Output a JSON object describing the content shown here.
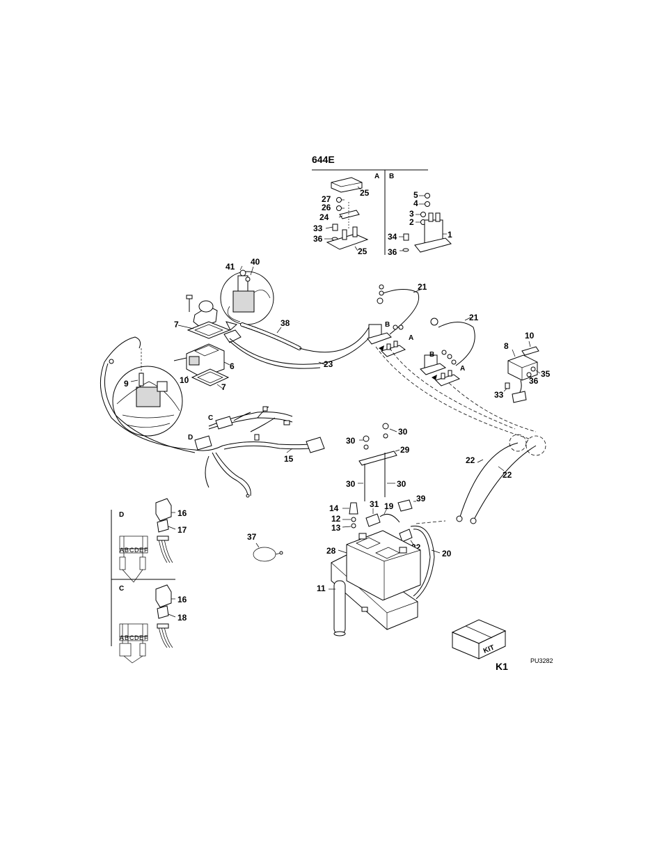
{
  "diagram": {
    "model_title": "644E",
    "drawing_id": "PU3282",
    "sections": {
      "a": "A",
      "b": "B",
      "c": "C",
      "d": "D"
    },
    "callouts": {
      "c1": "1",
      "c2": "2",
      "c3": "3",
      "c4": "4",
      "c5": "5",
      "c6": "6",
      "c7a": "7",
      "c7b": "7",
      "c8": "8",
      "c9": "9",
      "c10a": "10",
      "c10b": "10",
      "c11": "11",
      "c12": "12",
      "c13": "13",
      "c14": "14",
      "c15": "15",
      "c16a": "16",
      "c16b": "16",
      "c17": "17",
      "c18": "18",
      "c19": "19",
      "c20": "20",
      "c21a": "21",
      "c21b": "21",
      "c22a": "22",
      "c22b": "22",
      "c23": "23",
      "c24": "24",
      "c25a": "25",
      "c25b": "25",
      "c26": "26",
      "c27": "27",
      "c28": "28",
      "c29": "29",
      "c30a": "30",
      "c30b": "30",
      "c30c": "30",
      "c30d": "30",
      "c31": "31",
      "c32": "32",
      "c33a": "33",
      "c33b": "33",
      "c34": "34",
      "c35": "35",
      "c36a": "36",
      "c36b": "36",
      "c36c": "36",
      "c37": "37",
      "c38": "38",
      "c39": "39",
      "c40": "40",
      "c41": "41",
      "k1": "K1"
    },
    "connector_letters": {
      "harness_c": "C",
      "harness_d": "D",
      "sol1_b": "B",
      "sol1_a": "A",
      "sol2_b": "B",
      "sol2_a": "A"
    },
    "kit_label": "KIT",
    "pin_letters": [
      "A",
      "B",
      "C",
      "D",
      "E",
      "F"
    ]
  }
}
